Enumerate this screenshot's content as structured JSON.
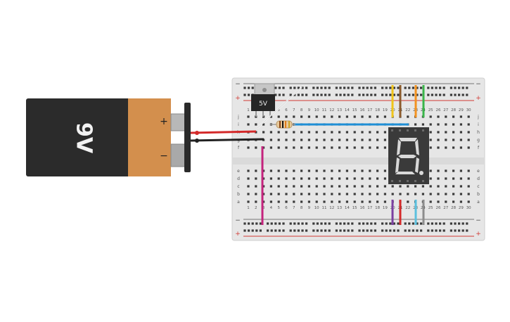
{
  "battery": {
    "label": "9V",
    "plus_symbol": "+",
    "minus_symbol": "−",
    "colors": {
      "body": "#2b2b2b",
      "label_band": "#d38f4d",
      "terminal_plate": "#2a2a2a"
    }
  },
  "regulator": {
    "label": "5V",
    "colors": {
      "body": "#262626",
      "tab": "#c6c6c6"
    }
  },
  "breadboard": {
    "rail_plus": "+",
    "rail_minus": "−",
    "column_numbers": [
      "1",
      "2",
      "3",
      "4",
      "5",
      "6",
      "7",
      "8",
      "9",
      "10",
      "11",
      "12",
      "13",
      "14",
      "15",
      "16",
      "17",
      "18",
      "19",
      "20",
      "21",
      "22",
      "23",
      "24",
      "25",
      "26",
      "27",
      "28",
      "29",
      "30"
    ],
    "row_letters_top": [
      "j",
      "i",
      "h",
      "g",
      "f"
    ],
    "row_letters_bottom": [
      "e",
      "d",
      "c",
      "b",
      "a"
    ],
    "colors": {
      "board": "#e6e6e6",
      "rail_red": "#d23a34",
      "rail_blue": "#777777",
      "hole": "#3a3a3a"
    }
  },
  "wires": {
    "colors": {
      "red": "#d42a2a",
      "black": "#222222",
      "magenta": "#c4247d",
      "blue": "#1f8fd6",
      "white": "#ffffff",
      "yellow": "#f0c419",
      "brown": "#8b5a2b",
      "orange": "#f39220",
      "green": "#3ab54a",
      "purple": "#7b3fa0",
      "cyan": "#5bc0de",
      "gray": "#8c8c8c"
    }
  },
  "seven_segment": {
    "displayed_digit": "8.",
    "colors": {
      "body": "#3a3a3a",
      "segment_off": "#4a4a4a",
      "segment_on": "#d9d9d9"
    }
  },
  "resistor": {
    "band_colors": [
      "#8b4513",
      "#111111",
      "#e07b1a",
      "#c9a227"
    ]
  }
}
